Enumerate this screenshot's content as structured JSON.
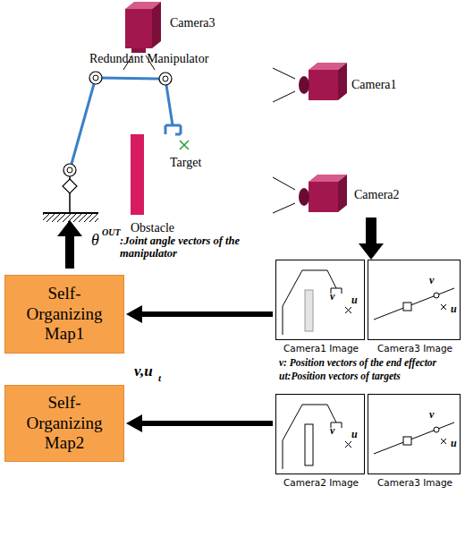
{
  "diagram": {
    "nodes": [
      {
        "text": [
          "Camera1 Image",
          "v",
          "u"
        ]
      },
      {
        "text": [
          "Camera3 Image",
          "v",
          "u"
        ]
      },
      {
        "text": [
          "Self-Organizing Map1"
        ]
      },
      {
        "text": [
          "Camera2 Image",
          "v",
          "u"
        ]
      },
      {
        "text": [
          "Camera3 Image",
          "v",
          "u"
        ]
      },
      {
        "text": [
          "Self-Organizing Map2"
        ]
      }
    ],
    "edges": [
      {
        "from": 0,
        "to": 2,
        "arrow": "to"
      },
      {
        "from": 3,
        "to": 5,
        "arrow": "to"
      }
    ],
    "labels": [
      "Camera3",
      "Redundant Manipulator",
      "Target",
      "Obstacle",
      "Camera1",
      "Camera2",
      "θ",
      "OUT",
      ":Joint angle vectors of the manipulator",
      "v,u",
      "t",
      "v:  Position vectors of the end effector",
      "ut:Position vectors of targets"
    ]
  }
}
